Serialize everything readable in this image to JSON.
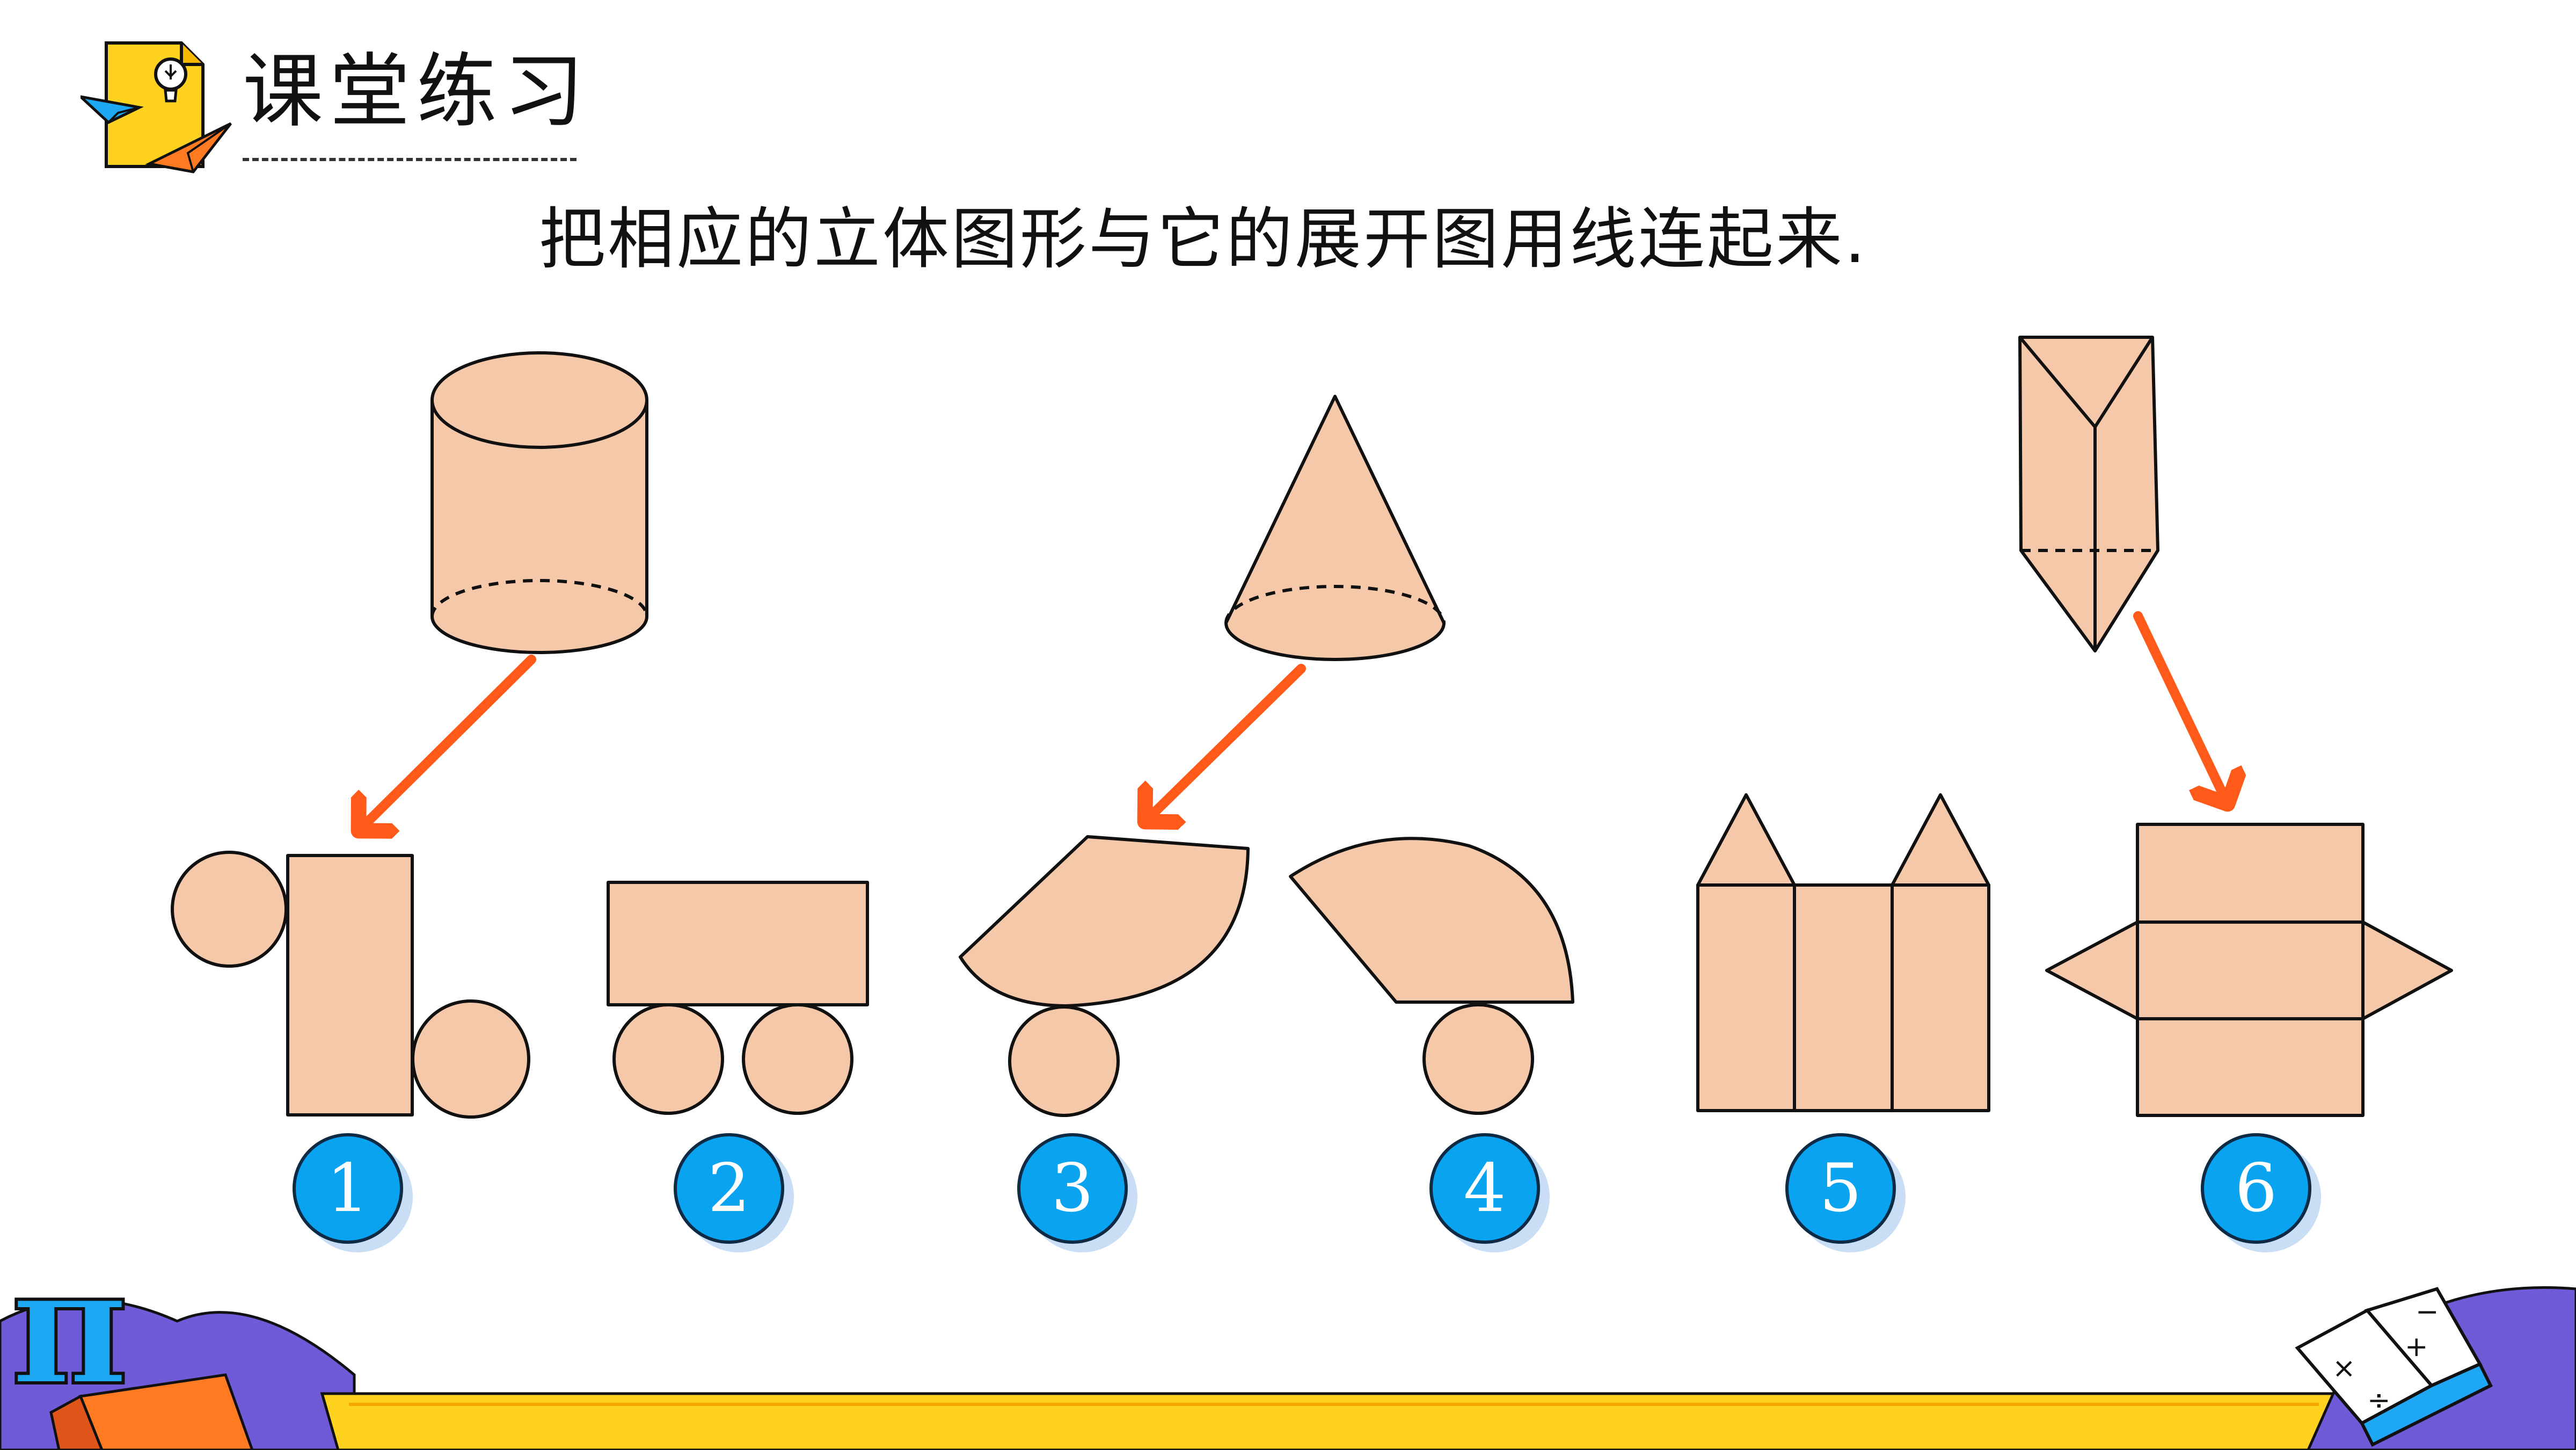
{
  "header": {
    "title": "课堂练习"
  },
  "instruction": "把相应的立体图形与它的展开图用线连起来.",
  "solids": [
    {
      "shape": "cylinder-icon",
      "fill": "#f6c8aa"
    },
    {
      "shape": "cone-icon",
      "fill": "#f6c8aa"
    },
    {
      "shape": "triangular-prism-icon",
      "fill": "#f6c8aa"
    }
  ],
  "nets": [
    {
      "label": "1"
    },
    {
      "label": "2"
    },
    {
      "label": "3"
    },
    {
      "label": "4"
    },
    {
      "label": "5"
    },
    {
      "label": "6"
    }
  ],
  "decorations": {
    "pi_symbol": "π",
    "book_symbols": [
      "×",
      "÷",
      "+",
      "−"
    ]
  },
  "colors": {
    "shape_fill": "#f6c8aa",
    "stroke": "#111111",
    "arrow": "#ff5a1a",
    "badge": "#0aa3f0",
    "badge_shadow": "#c9ddf5",
    "bottom_bar": "#ffd21f",
    "accent_purple": "#6f5bd8",
    "accent_orange": "#ff7a21",
    "accent_blue": "#1ea7f2"
  }
}
